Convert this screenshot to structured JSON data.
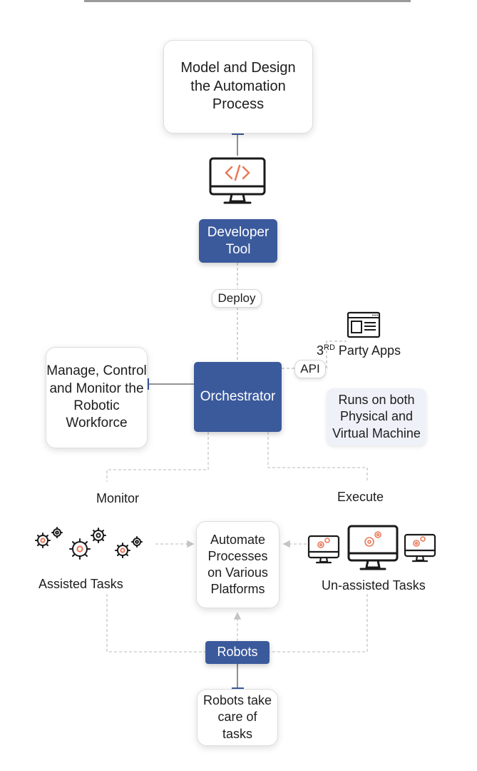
{
  "diagram": {
    "model_design": "Model and Design the Automation Process",
    "developer_tool": "Developer Tool",
    "deploy": "Deploy",
    "third_party_apps": {
      "superscript": "RD",
      "prefix": "3",
      "text": "Party Apps"
    },
    "api": "API",
    "manage_control": "Manage, Control and Monitor the Robotic Workforce",
    "orchestrator": "Orchestrator",
    "runs_on": "Runs on both Physical and Virtual Machine",
    "monitor": "Monitor",
    "execute": "Execute",
    "automate": "Automate Processes on Various Platforms",
    "assisted_tasks": "Assisted Tasks",
    "unassisted_tasks": "Un-assisted Tasks",
    "robots": "Robots",
    "robots_take_care": "Robots take care of tasks"
  },
  "icons": {
    "developer": "code-monitor-icon",
    "third_party": "browser-window-icon",
    "assisted": "gears-icon",
    "unassisted": "monitors-with-gears-icon"
  },
  "colors": {
    "navy": "#3b5a9c",
    "accent": "#e9795a",
    "line": "#b8b8b8"
  }
}
